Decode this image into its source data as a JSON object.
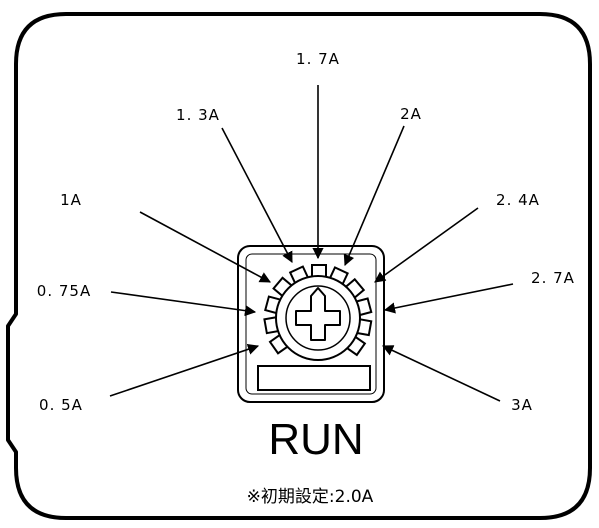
{
  "labels": {
    "a1_7": "1. 7A",
    "a1_3": "1. 3A",
    "a2": "2A",
    "a1": "1A",
    "a2_4": "2. 4A",
    "a0_75": "0. 75A",
    "a2_7": "2. 7A",
    "a0_5": "0. 5A",
    "a3": "3A"
  },
  "run_label": "RUN",
  "note": "※初期設定:2.0A"
}
